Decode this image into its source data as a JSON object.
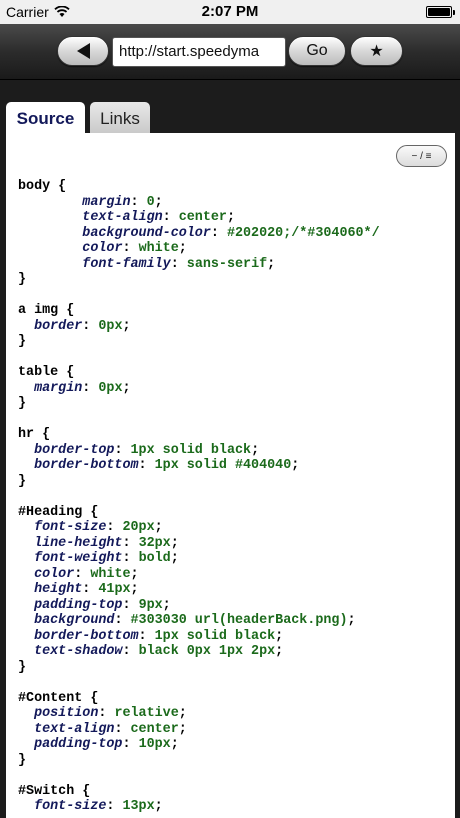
{
  "status_bar": {
    "carrier": "Carrier",
    "time": "2:07 PM",
    "icons": [
      "wifi-icon",
      "battery-icon"
    ],
    "battery_level": 1.0
  },
  "toolbar": {
    "back_icon": "back-triangle-icon",
    "url": "http://start.speedyma",
    "go_label": "Go",
    "favorite_label": "★"
  },
  "tabs": [
    {
      "label": "Source",
      "selected": true
    },
    {
      "label": "Links",
      "selected": false
    }
  ],
  "toggle_label": "− / ≡",
  "code_lines": [
    [
      [
        "body {",
        "plain"
      ]
    ],
    [
      [
        "        ",
        "plain"
      ],
      [
        "margin",
        "prop"
      ],
      [
        ": ",
        "plain"
      ],
      [
        "0",
        "val"
      ],
      [
        ";",
        "plain"
      ]
    ],
    [
      [
        "        ",
        "plain"
      ],
      [
        "text-align",
        "prop"
      ],
      [
        ": ",
        "plain"
      ],
      [
        "center",
        "val"
      ],
      [
        ";",
        "plain"
      ]
    ],
    [
      [
        "        ",
        "plain"
      ],
      [
        "background-color",
        "prop"
      ],
      [
        ": ",
        "plain"
      ],
      [
        "#202020;/*#304060*/",
        "val"
      ]
    ],
    [
      [
        "        ",
        "plain"
      ],
      [
        "color",
        "prop"
      ],
      [
        ": ",
        "plain"
      ],
      [
        "white",
        "val"
      ],
      [
        ";",
        "plain"
      ]
    ],
    [
      [
        "        ",
        "plain"
      ],
      [
        "font-family",
        "prop"
      ],
      [
        ": ",
        "plain"
      ],
      [
        "sans-serif",
        "val"
      ],
      [
        ";",
        "plain"
      ]
    ],
    [
      [
        "}",
        "plain"
      ]
    ],
    [
      [
        "",
        "plain"
      ]
    ],
    [
      [
        "a img {",
        "plain"
      ]
    ],
    [
      [
        "  ",
        "plain"
      ],
      [
        "border",
        "prop"
      ],
      [
        ": ",
        "plain"
      ],
      [
        "0px",
        "val"
      ],
      [
        ";",
        "plain"
      ]
    ],
    [
      [
        "}",
        "plain"
      ]
    ],
    [
      [
        "",
        "plain"
      ]
    ],
    [
      [
        "table {",
        "plain"
      ]
    ],
    [
      [
        "  ",
        "plain"
      ],
      [
        "margin",
        "prop"
      ],
      [
        ": ",
        "plain"
      ],
      [
        "0px",
        "val"
      ],
      [
        ";",
        "plain"
      ]
    ],
    [
      [
        "}",
        "plain"
      ]
    ],
    [
      [
        "",
        "plain"
      ]
    ],
    [
      [
        "hr {",
        "plain"
      ]
    ],
    [
      [
        "  ",
        "plain"
      ],
      [
        "border-top",
        "prop"
      ],
      [
        ": ",
        "plain"
      ],
      [
        "1px solid black",
        "val"
      ],
      [
        ";",
        "plain"
      ]
    ],
    [
      [
        "  ",
        "plain"
      ],
      [
        "border-bottom",
        "prop"
      ],
      [
        ": ",
        "plain"
      ],
      [
        "1px solid #404040",
        "val"
      ],
      [
        ";",
        "plain"
      ]
    ],
    [
      [
        "}",
        "plain"
      ]
    ],
    [
      [
        "",
        "plain"
      ]
    ],
    [
      [
        "#Heading {",
        "plain"
      ]
    ],
    [
      [
        "  ",
        "plain"
      ],
      [
        "font-size",
        "prop"
      ],
      [
        ": ",
        "plain"
      ],
      [
        "20px",
        "val"
      ],
      [
        ";",
        "plain"
      ]
    ],
    [
      [
        "  ",
        "plain"
      ],
      [
        "line-height",
        "prop"
      ],
      [
        ": ",
        "plain"
      ],
      [
        "32px",
        "val"
      ],
      [
        ";",
        "plain"
      ]
    ],
    [
      [
        "  ",
        "plain"
      ],
      [
        "font-weight",
        "prop"
      ],
      [
        ": ",
        "plain"
      ],
      [
        "bold",
        "val"
      ],
      [
        ";",
        "plain"
      ]
    ],
    [
      [
        "  ",
        "plain"
      ],
      [
        "color",
        "prop"
      ],
      [
        ": ",
        "plain"
      ],
      [
        "white",
        "val"
      ],
      [
        ";",
        "plain"
      ]
    ],
    [
      [
        "  ",
        "plain"
      ],
      [
        "height",
        "prop"
      ],
      [
        ": ",
        "plain"
      ],
      [
        "41px",
        "val"
      ],
      [
        ";",
        "plain"
      ]
    ],
    [
      [
        "  ",
        "plain"
      ],
      [
        "padding-top",
        "prop"
      ],
      [
        ": ",
        "plain"
      ],
      [
        "9px",
        "val"
      ],
      [
        ";",
        "plain"
      ]
    ],
    [
      [
        "  ",
        "plain"
      ],
      [
        "background",
        "prop"
      ],
      [
        ": ",
        "plain"
      ],
      [
        "#303030 url(headerBack.png)",
        "val"
      ],
      [
        ";",
        "plain"
      ]
    ],
    [
      [
        "  ",
        "plain"
      ],
      [
        "border-bottom",
        "prop"
      ],
      [
        ": ",
        "plain"
      ],
      [
        "1px solid black",
        "val"
      ],
      [
        ";",
        "plain"
      ]
    ],
    [
      [
        "  ",
        "plain"
      ],
      [
        "text-shadow",
        "prop"
      ],
      [
        ": ",
        "plain"
      ],
      [
        "black 0px 1px 2px",
        "val"
      ],
      [
        ";",
        "plain"
      ]
    ],
    [
      [
        "}",
        "plain"
      ]
    ],
    [
      [
        "",
        "plain"
      ]
    ],
    [
      [
        "#Content {",
        "plain"
      ]
    ],
    [
      [
        "  ",
        "plain"
      ],
      [
        "position",
        "prop"
      ],
      [
        ": ",
        "plain"
      ],
      [
        "relative",
        "val"
      ],
      [
        ";",
        "plain"
      ]
    ],
    [
      [
        "  ",
        "plain"
      ],
      [
        "text-align",
        "prop"
      ],
      [
        ": ",
        "plain"
      ],
      [
        "center",
        "val"
      ],
      [
        ";",
        "plain"
      ]
    ],
    [
      [
        "  ",
        "plain"
      ],
      [
        "padding-top",
        "prop"
      ],
      [
        ": ",
        "plain"
      ],
      [
        "10px",
        "val"
      ],
      [
        ";",
        "plain"
      ]
    ],
    [
      [
        "}",
        "plain"
      ]
    ],
    [
      [
        "",
        "plain"
      ]
    ],
    [
      [
        "#Switch {",
        "plain"
      ]
    ],
    [
      [
        "  ",
        "plain"
      ],
      [
        "font-size",
        "prop"
      ],
      [
        ": ",
        "plain"
      ],
      [
        "13px",
        "val"
      ],
      [
        ";",
        "plain"
      ]
    ]
  ]
}
